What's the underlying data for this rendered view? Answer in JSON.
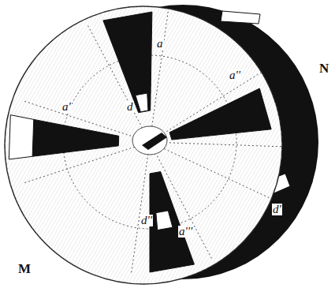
{
  "diagram": {
    "labels": [
      "a",
      "d",
      "a'",
      "a''",
      "d'",
      "d''",
      "a'''",
      "M",
      "N"
    ]
  }
}
